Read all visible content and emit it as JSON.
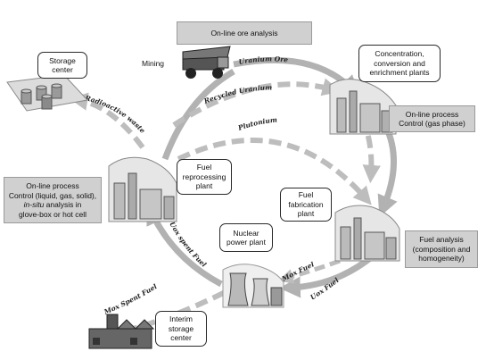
{
  "labels": {
    "online_ore_analysis": "On-line ore analysis",
    "mining": "Mining",
    "storage_center_l1": "Storage",
    "storage_center_l2": "center",
    "conc_l1": "Concentration,",
    "conc_l2": "conversion and",
    "conc_l3": "enrichment plants",
    "online_gas_l1": "On-line process",
    "online_gas_l2": "Control (gas phase)",
    "fuel_repro_l1": "Fuel",
    "fuel_repro_l2": "reprocessing",
    "fuel_repro_l3": "plant",
    "fuel_fab_l1": "Fuel",
    "fuel_fab_l2": "fabrication",
    "fuel_fab_l3": "plant",
    "online_left_l1": "On-line process",
    "online_left_l2": "Control (liquid, gas, solid),",
    "online_left_l3a": "in-situ",
    "online_left_l3b": " analysis in",
    "online_left_l4": "glove-box or hot cell",
    "nuclear_l1": "Nuclear",
    "nuclear_l2": "power plant",
    "fuel_analysis_l1": "Fuel analysis",
    "fuel_analysis_l2": "(composition and",
    "fuel_analysis_l3": "homogeneity)",
    "interim_l1": "Interim",
    "interim_l2": "storage",
    "interim_l3": "center"
  },
  "flows": {
    "uranium_ore": "Uranium Ore",
    "recycled_uranium": "Recycled Uranium",
    "plutonium": "Plutonium",
    "radioactive_waste": "Radioactive waste",
    "uox_spent_fuel": "Uox spent Fuel",
    "mox_spent_fuel": "Mox Spent Fuel",
    "mox_fuel": "Mox Fuel",
    "uox_fuel": "Uox Fuel"
  }
}
